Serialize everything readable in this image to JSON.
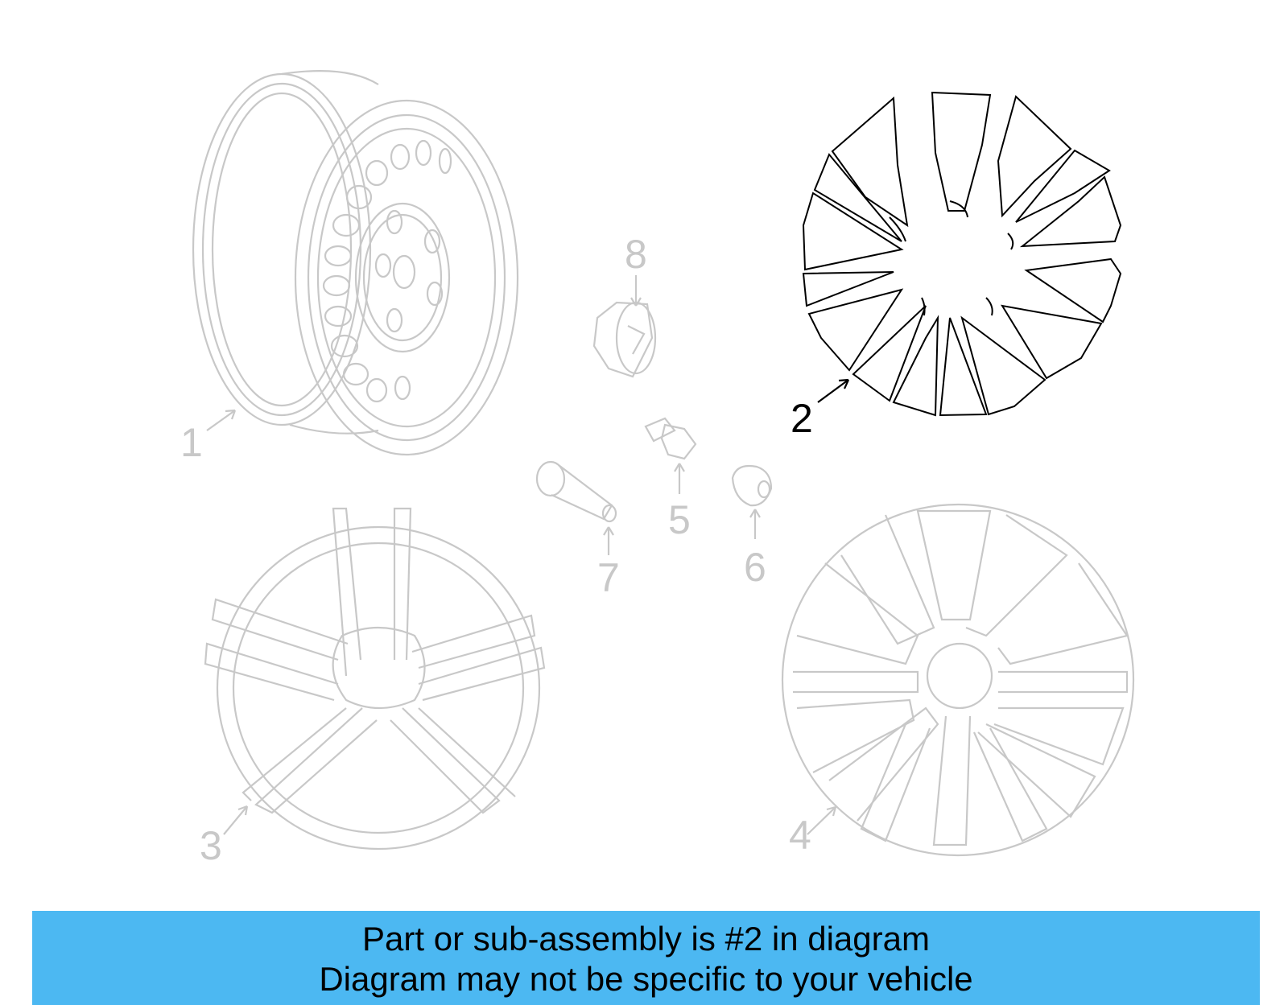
{
  "colors": {
    "faded_line": "#c8c8c8",
    "active_line": "#000000",
    "banner_background": "#4cb8f2"
  },
  "callouts": {
    "c1": "1",
    "c2": "2",
    "c3": "3",
    "c4": "4",
    "c5": "5",
    "c6": "6",
    "c7": "7",
    "c8": "8"
  },
  "highlighted_part": "2",
  "banner": {
    "line1": "Part or sub-assembly is #2 in diagram",
    "line2": "Diagram may not be specific to your vehicle"
  }
}
